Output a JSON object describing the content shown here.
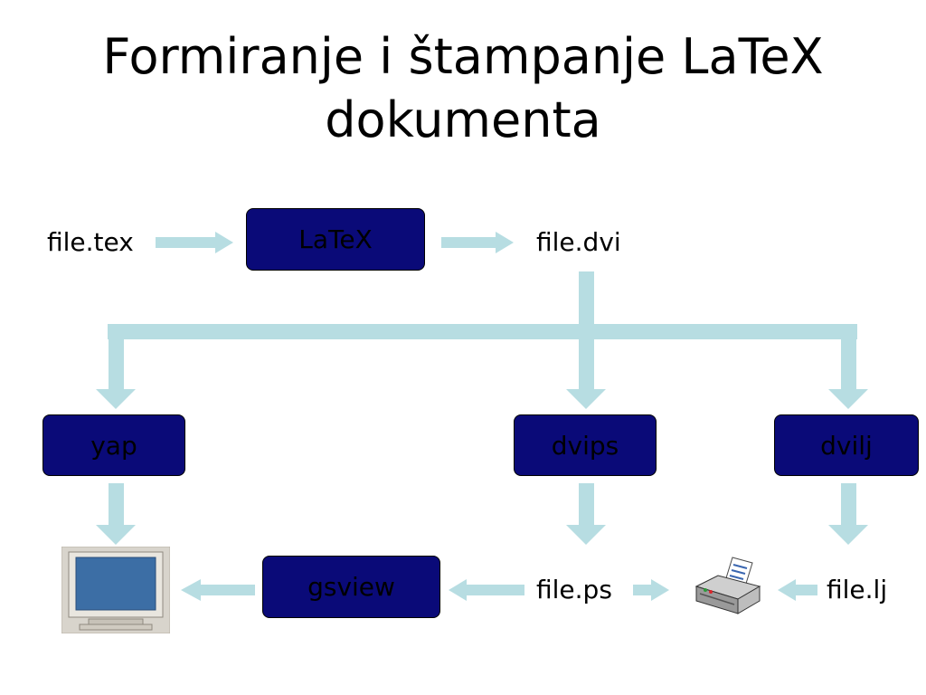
{
  "title": {
    "line1": "Formiranje i štampanje LaTeX",
    "line2": "dokumenta"
  },
  "files": {
    "tex": "file.tex",
    "dvi": "file.dvi",
    "ps": "file.ps",
    "lj": "file.lj"
  },
  "programs": {
    "latex": "LaTeX",
    "yap": "yap",
    "dvips": "dvips",
    "dvilj": "dvilj",
    "gsview": "gsview"
  },
  "icons": {
    "monitor": "monitor-icon",
    "printer": "printer-icon"
  },
  "colors": {
    "box_fill": "#0a0a78",
    "arrow": "#b7dde2"
  }
}
